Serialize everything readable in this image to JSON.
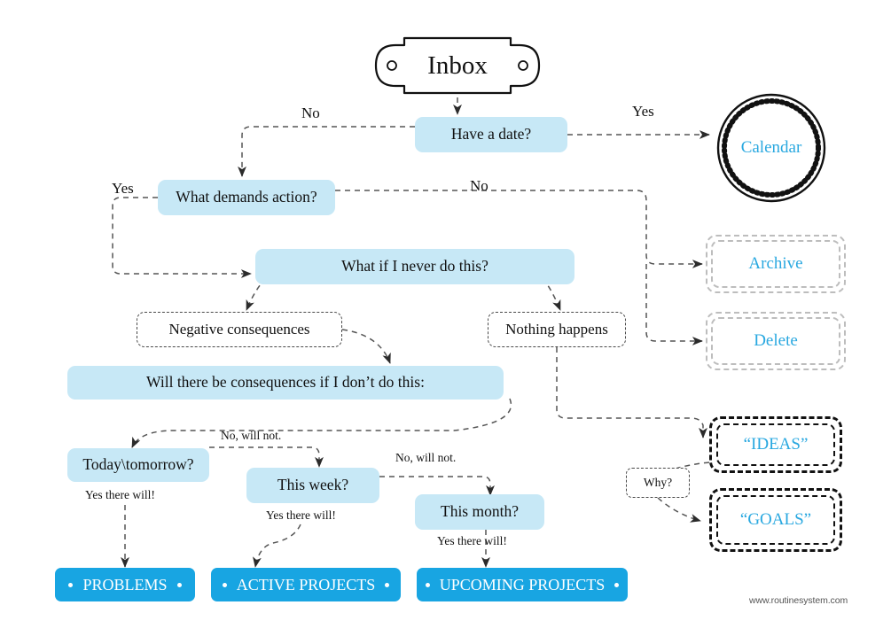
{
  "title": "Inbox decision flowchart",
  "colors": {
    "light_blue_fill": "#c7e8f6",
    "accent_blue": "#18a5e2",
    "text_blue": "#29a8e0",
    "grey_dash": "#bdbdbd",
    "dark": "#111111"
  },
  "nodes": {
    "inbox": "Inbox",
    "have_a_date": "Have a date?",
    "calendar": "Calendar",
    "what_demands_action": "What demands action?",
    "archive": "Archive",
    "delete": "Delete",
    "what_if_never": "What if I never do this?",
    "negative_consequences": "Negative consequences",
    "nothing_happens": "Nothing happens",
    "will_there_be_consequences": "Will there be consequences if I don’t do this:",
    "today_tomorrow": "Today\\tomorrow?",
    "this_week": "This week?",
    "this_month": "This month?",
    "why": "Why?",
    "ideas": "“IDEAS”",
    "goals": "“GOALS”",
    "problems": "PROBLEMS",
    "active_projects": "ACTIVE PROJECTS",
    "upcoming_projects": "UPCOMING PROJECTS"
  },
  "edge_labels": {
    "no_top": "No",
    "yes_top": "Yes",
    "yes_left": "Yes",
    "no_right": "No",
    "no_will_not_1": "No, will not.",
    "no_will_not_2": "No, will not.",
    "yes_there_will_1": "Yes there will!",
    "yes_there_will_2": "Yes there will!",
    "yes_there_will_3": "Yes there will!"
  },
  "footer": "www.routinesystem.com"
}
